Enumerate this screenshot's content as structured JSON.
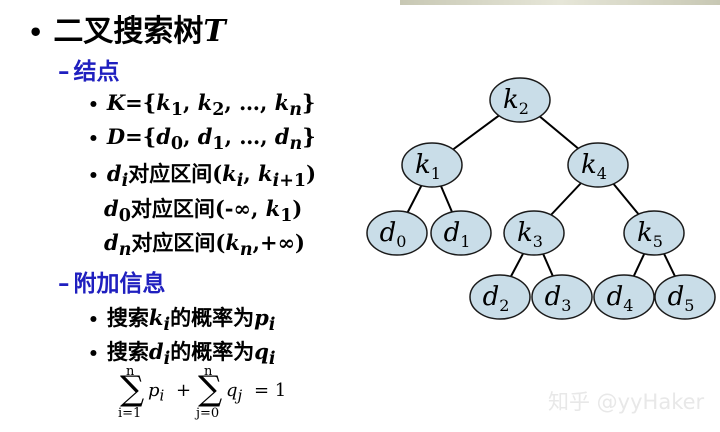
{
  "title": {
    "bullet": "•",
    "text": "二叉搜索树",
    "var": "T"
  },
  "section_nodes": {
    "dash": "–",
    "label": "结点"
  },
  "nodes_list": [
    {
      "bullet": "•",
      "text": "K={k1, k2, …, kn}"
    },
    {
      "bullet": "•",
      "text": "D={d0, d1, …, dn}"
    },
    {
      "bullet": "•",
      "text": "di对应区间(ki, ki+1)"
    },
    {
      "bullet": "",
      "text": "d0对应区间(-∞, k1)"
    },
    {
      "bullet": "",
      "text": "dn对应区间(kn,+∞)"
    }
  ],
  "section_info": {
    "dash": "–",
    "label": "附加信息"
  },
  "info_list": [
    {
      "bullet": "•",
      "text": "搜索ki的概率为pi"
    },
    {
      "bullet": "•",
      "text": "搜索di的概率为qi"
    }
  ],
  "formula": {
    "sum1_top": "n",
    "sum1_bottom": "i=1",
    "term1": "p",
    "term1_sub": "i",
    "plus": "+",
    "sum2_top": "n",
    "sum2_bottom": "j=0",
    "term2": "q",
    "term2_sub": "j",
    "equals": "= 1"
  },
  "tree": {
    "colors": {
      "fill": "#c9dde8",
      "stroke": "#1a1a1a"
    },
    "nodes": [
      {
        "id": "k2",
        "base": "k",
        "sub": "2"
      },
      {
        "id": "k1",
        "base": "k",
        "sub": "1"
      },
      {
        "id": "k4",
        "base": "k",
        "sub": "4"
      },
      {
        "id": "d0",
        "base": "d",
        "sub": "0"
      },
      {
        "id": "d1",
        "base": "d",
        "sub": "1"
      },
      {
        "id": "k3",
        "base": "k",
        "sub": "3"
      },
      {
        "id": "k5",
        "base": "k",
        "sub": "5"
      },
      {
        "id": "d2",
        "base": "d",
        "sub": "2"
      },
      {
        "id": "d3",
        "base": "d",
        "sub": "3"
      },
      {
        "id": "d4",
        "base": "d",
        "sub": "4"
      },
      {
        "id": "d5",
        "base": "d",
        "sub": "5"
      }
    ],
    "edges": [
      [
        "k2",
        "k1"
      ],
      [
        "k2",
        "k4"
      ],
      [
        "k1",
        "d0"
      ],
      [
        "k1",
        "d1"
      ],
      [
        "k4",
        "k3"
      ],
      [
        "k4",
        "k5"
      ],
      [
        "k3",
        "d2"
      ],
      [
        "k3",
        "d3"
      ],
      [
        "k5",
        "d4"
      ],
      [
        "k5",
        "d5"
      ]
    ]
  },
  "watermark": "知乎 @yyHaker"
}
